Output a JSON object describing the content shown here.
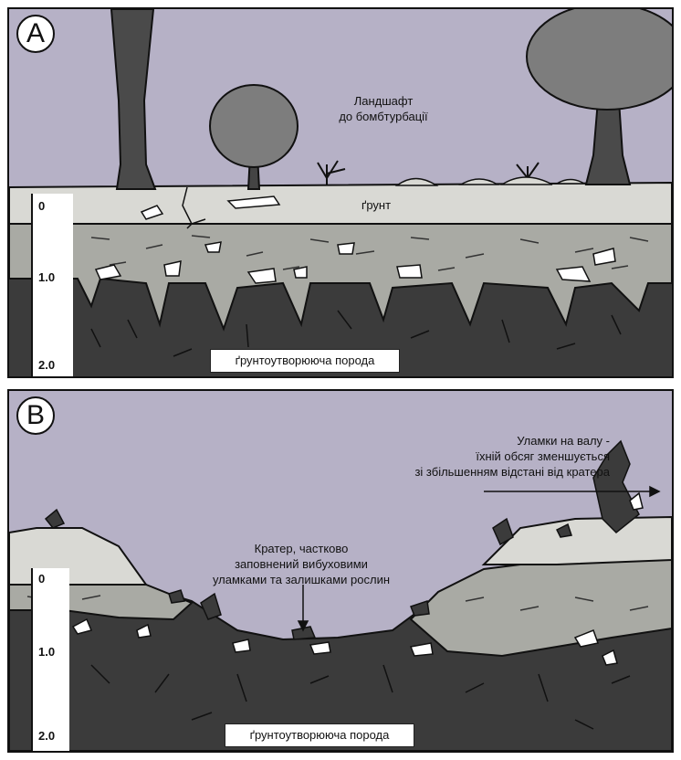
{
  "panel_a": {
    "letter": "A",
    "landscape_label": [
      "Ландшафт",
      "до бомбтурбації"
    ],
    "soil_label": "ґрунт",
    "bedrock_label": "ґрунтоутворююча порода",
    "scale_ticks": [
      "0",
      "1.0",
      "2.0"
    ]
  },
  "panel_b": {
    "letter": "B",
    "ejecta_label": [
      "Уламки на валу -",
      "їхній обсяг зменшується",
      "зі збільшенням відстані від кратера"
    ],
    "crater_label": [
      "Кратер, частково",
      "заповнений вибуховими",
      "уламками та залишками рослин"
    ],
    "bedrock_label": "ґрунтоутворююча порода",
    "scale_ticks": [
      "0",
      "1.0",
      "2.0"
    ]
  },
  "colors": {
    "sky": "#b6b1c6",
    "topsoil": "#d9d9d4",
    "subsoil": "#a9aaa4",
    "bedrock": "#3b3b3b",
    "outline": "#111111"
  }
}
